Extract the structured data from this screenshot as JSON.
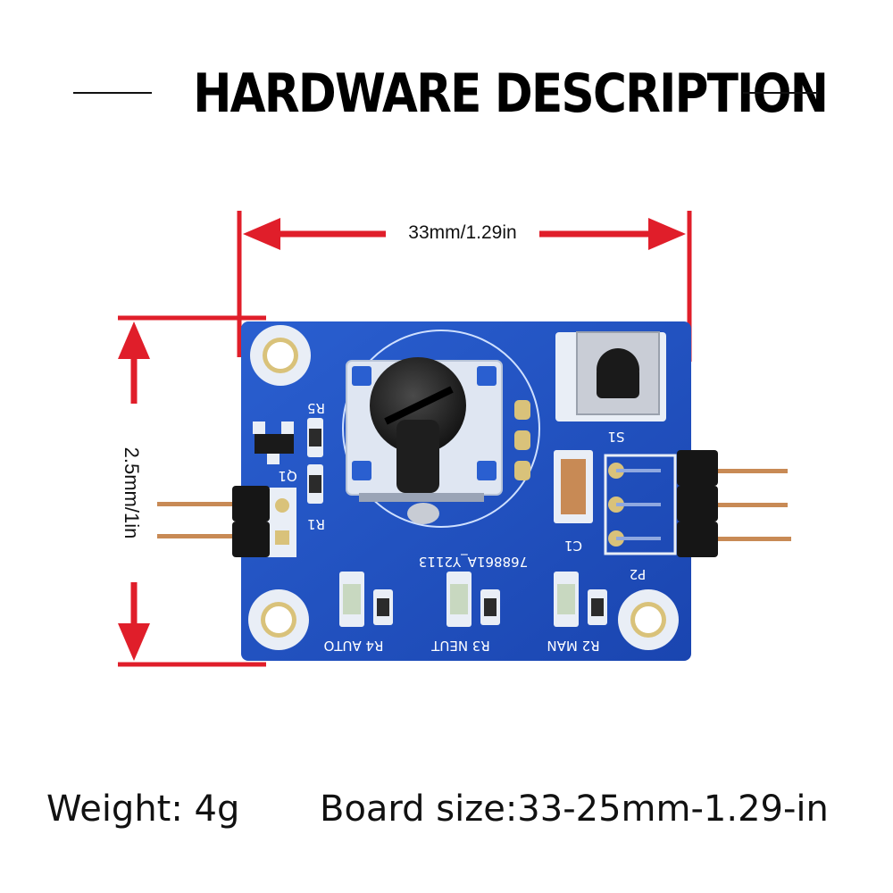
{
  "title": "HARDWARE DESCRIPTION",
  "dimensions": {
    "width_label": "33mm/1.29in",
    "height_label": "2.5mm/1in"
  },
  "captions": {
    "weight": "Weight: 4g",
    "board_size": "Board size:33-25mm-1.29-in"
  },
  "silkscreen": {
    "r5": "R5",
    "q1": "Q1",
    "r1": "R1",
    "s1": "S1",
    "c1": "C1",
    "p2": "P2",
    "part_number": "768861A_Y2113",
    "auto": "R4 AUTO",
    "neut": "R3 NEUT",
    "man": "R2 MAN"
  },
  "colors": {
    "pcb_blue": "#1f4fbf",
    "arrow_red": "#e01e2a",
    "pad_white": "#e9eef6"
  }
}
